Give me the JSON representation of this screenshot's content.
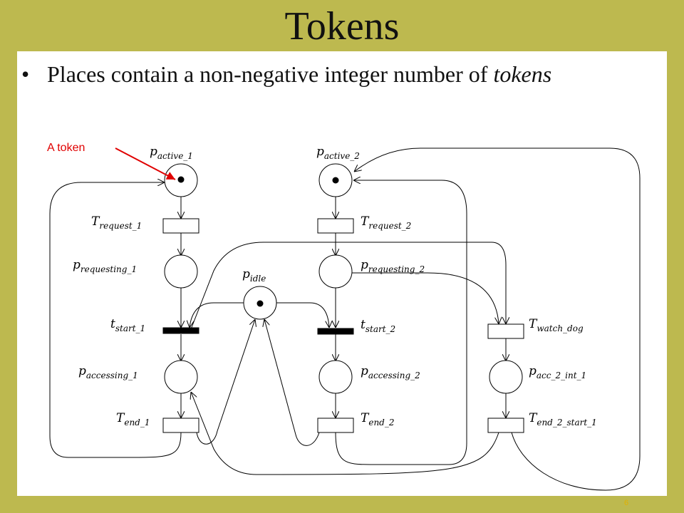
{
  "slide": {
    "title": "Tokens",
    "bullet_prefix": "Places contain a non-negative integer number of ",
    "bullet_emphasis": "tokens",
    "page_number": "6"
  },
  "annotation": {
    "text": "A token",
    "color": "#E00000"
  },
  "colors": {
    "background": "#BDB94F",
    "panel": "#FFFFFF",
    "ink": "#000000"
  },
  "places": [
    {
      "id": "p_active_1",
      "base": "p",
      "sub": "active_1",
      "tokens": 1
    },
    {
      "id": "p_requesting_1",
      "base": "p",
      "sub": "requesting_1",
      "tokens": 0
    },
    {
      "id": "p_accessing_1",
      "base": "p",
      "sub": "accessing_1",
      "tokens": 0
    },
    {
      "id": "p_idle",
      "base": "p",
      "sub": "idle",
      "tokens": 1
    },
    {
      "id": "p_active_2",
      "base": "p",
      "sub": "active_2",
      "tokens": 1
    },
    {
      "id": "p_requesting_2",
      "base": "p",
      "sub": "requesting_2",
      "tokens": 0
    },
    {
      "id": "p_accessing_2",
      "base": "p",
      "sub": "accessing_2",
      "tokens": 0
    },
    {
      "id": "p_acc_2_int_1",
      "base": "p",
      "sub": "acc_2_int_1",
      "tokens": 0
    }
  ],
  "transitions": [
    {
      "id": "T_request_1",
      "base": "T",
      "sub": "request_1",
      "kind": "timed"
    },
    {
      "id": "t_start_1",
      "base": "t",
      "sub": "start_1",
      "kind": "immediate"
    },
    {
      "id": "T_end_1",
      "base": "T",
      "sub": "end_1",
      "kind": "timed"
    },
    {
      "id": "T_request_2",
      "base": "T",
      "sub": "request_2",
      "kind": "timed"
    },
    {
      "id": "t_start_2",
      "base": "t",
      "sub": "start_2",
      "kind": "immediate"
    },
    {
      "id": "T_end_2",
      "base": "T",
      "sub": "end_2",
      "kind": "timed"
    },
    {
      "id": "T_watch_dog",
      "base": "T",
      "sub": "watch_dog",
      "kind": "timed"
    },
    {
      "id": "T_end_2_start_1",
      "base": "T",
      "sub": "end_2_start_1",
      "kind": "timed"
    }
  ]
}
